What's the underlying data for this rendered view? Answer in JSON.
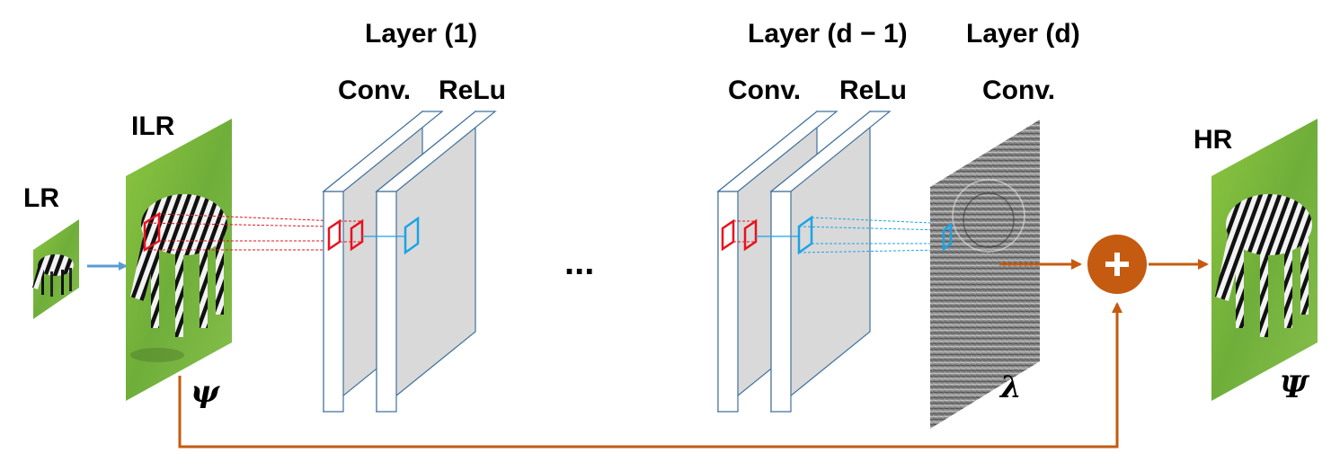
{
  "labels": {
    "lr": "LR",
    "ilr": "ILR",
    "hr": "HR",
    "layer1": "Layer (1)",
    "layer_d_minus_1": "Layer (d − 1)",
    "layer_d": "Layer (d)",
    "conv_1": "Conv.",
    "relu_1": "ReLu",
    "conv_2": "Conv.",
    "relu_2": "ReLu",
    "conv_3": "Conv.",
    "ellipsis": "...",
    "psi_lower": "ψ",
    "lambda": "λ",
    "psi_upper": "Ψ",
    "plus": "+"
  },
  "colors": {
    "input_arrow": "#5b9bd5",
    "residual": "#c55a11",
    "receptive_red": "#e8121d",
    "receptive_blue": "#1aa3e8",
    "layer_face": "#d9d9d9",
    "layer_edge": "#41719c",
    "grass": "#7db84a"
  },
  "icons": [
    "zebra-image",
    "residual-map",
    "plus-circle-icon"
  ]
}
